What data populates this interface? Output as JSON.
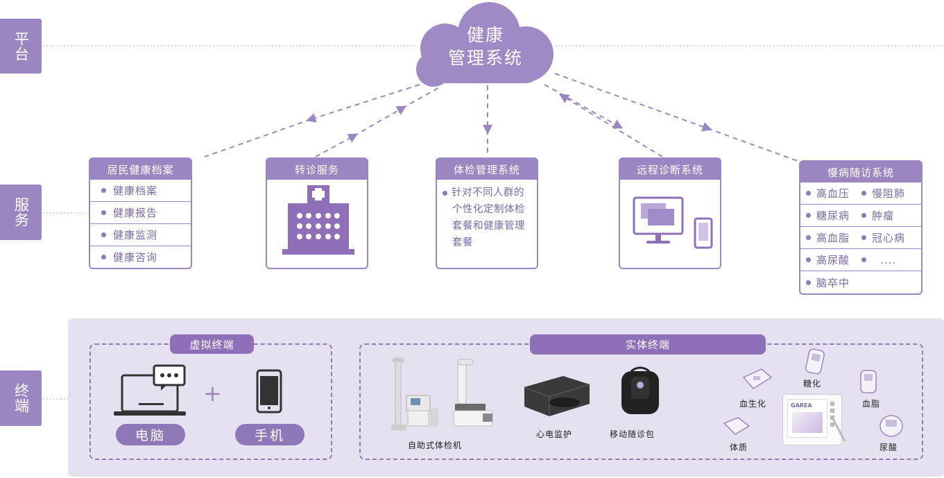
{
  "tiers": {
    "platform": "平台",
    "service": "服务",
    "terminal": "终端"
  },
  "cloud": {
    "line1": "健康",
    "line2": "管理系统"
  },
  "services": {
    "records": {
      "title": "居民健康档案",
      "items": [
        "健康档案",
        "健康报告",
        "健康监测",
        "健康咨询"
      ]
    },
    "referral": {
      "title": "转诊服务"
    },
    "checkup": {
      "title": "体检管理系统",
      "description": [
        "针对不同人群的",
        "个性化定制体检",
        "套餐和健康管理",
        "套餐"
      ]
    },
    "remote": {
      "title": "远程诊断系统"
    },
    "chronic": {
      "title": "慢病随访系统",
      "rows": [
        [
          "高血压",
          "慢阻肺"
        ],
        [
          "糖尿病",
          "肿瘤"
        ],
        [
          "高血脂",
          "冠心病"
        ],
        [
          "高尿酸",
          "...."
        ],
        [
          "脑卒中"
        ]
      ]
    }
  },
  "terminals": {
    "virtual": {
      "title": "虚拟终端",
      "plus": "+",
      "pc_label": "电脑",
      "phone_label": "手机"
    },
    "physical": {
      "title": "实体终端",
      "devices": {
        "kiosk": "自助式体检机",
        "ecg": "心电监护",
        "bag": "移动随诊包",
        "biochem": "血生化",
        "sugar": "糖化",
        "lipid": "血脂",
        "body": "体质",
        "uric": "尿酸"
      },
      "brand": "GAREA"
    }
  },
  "colors": {
    "accent": "#9b86c2",
    "accent_dark": "#8e6fb8",
    "panel": "#e6e1f0",
    "cloud": "#9f8ac6"
  }
}
